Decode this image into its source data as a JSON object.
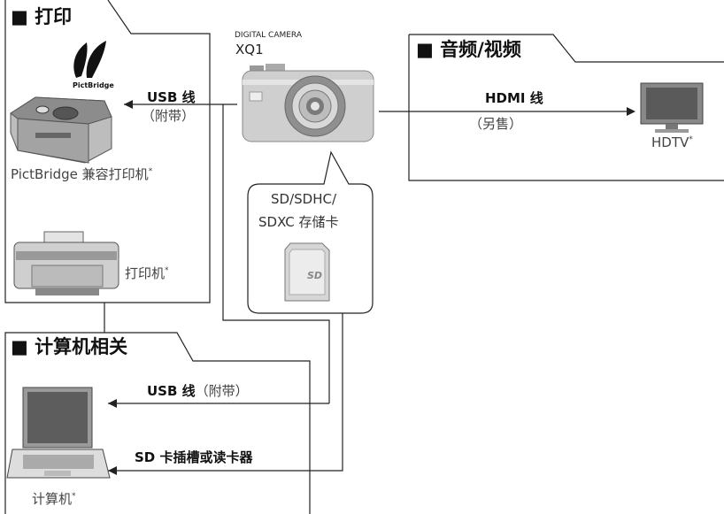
{
  "sections": {
    "print": "■ 打印",
    "av": "■ 音频/视频",
    "pc": "■ 计算机相关"
  },
  "camera": {
    "brand": "DIGITAL CAMERA",
    "model": "XQ1"
  },
  "print": {
    "pictbridge_logo_text": "PictBridge",
    "usb_cable": "USB 线",
    "usb_included": "（附带）",
    "pictbridge_printer": "PictBridge 兼容打印机",
    "printer": "打印机",
    "asterisk": "*"
  },
  "av": {
    "hdmi_cable": "HDMI 线",
    "hdmi_sold_separately": "（另售）",
    "hdtv": "HDTV",
    "asterisk": "*"
  },
  "card": {
    "line1": "SD/SDHC/",
    "line2": "SDXC 存储卡"
  },
  "pc": {
    "usb_cable": "USB 线",
    "usb_included": "（附带）",
    "sd_slot": "SD 卡插槽或读卡器",
    "computer": "计算机",
    "asterisk": "*"
  }
}
